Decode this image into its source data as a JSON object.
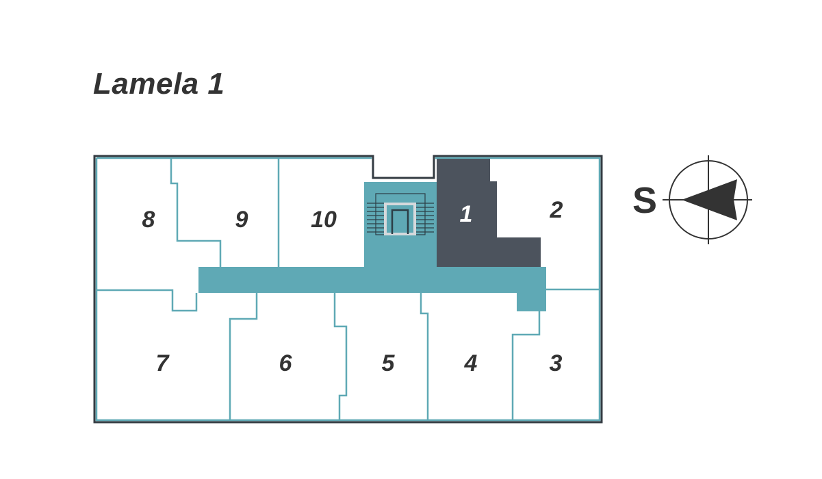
{
  "title": "Lamela 1",
  "colors": {
    "outline": "#333b42",
    "wall": "#5fa9b5",
    "corridor": "#5fa9b5",
    "selected_unit": "#4c535d",
    "elevator": "#d6d9dc"
  },
  "units": [
    {
      "label": "1",
      "selected": true
    },
    {
      "label": "2"
    },
    {
      "label": "3"
    },
    {
      "label": "4"
    },
    {
      "label": "5"
    },
    {
      "label": "6"
    },
    {
      "label": "7"
    },
    {
      "label": "8"
    },
    {
      "label": "9"
    },
    {
      "label": "10"
    }
  ],
  "compass": {
    "direction_label": "S",
    "icon": "compass-arrow-icon"
  }
}
